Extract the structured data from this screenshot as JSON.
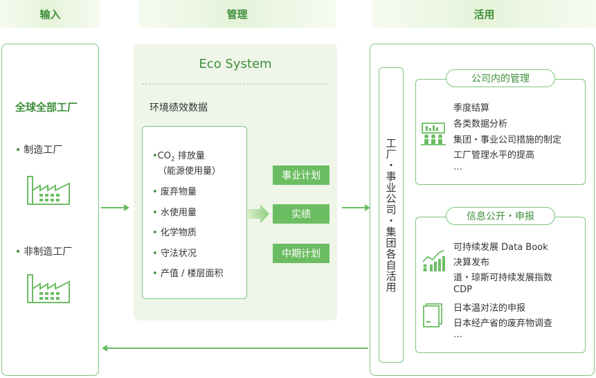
{
  "headers": {
    "input": "输入",
    "manage": "管理",
    "use": "活用"
  },
  "left": {
    "title": "全球全部工厂",
    "items": [
      "制造工厂",
      "非制造工厂"
    ]
  },
  "middle": {
    "title": "Eco System",
    "env_label": "环境绩效数据",
    "co2_prefix": "CO",
    "co2_sub": "2",
    "co2_suffix": " 排放量",
    "co2_note": "（能源使用量）",
    "data_items": [
      "废弃物量",
      "水使用量",
      "化学物质",
      "守法状况",
      "产值 / 楼层面积"
    ],
    "buttons": [
      "事业计划",
      "实绩",
      "中期计划"
    ]
  },
  "right": {
    "vertical_label": "工厂・事业公司・集团各自活用",
    "card1": {
      "title": "公司内的管理",
      "lines": [
        "季度结算",
        "各类数据分析",
        "集团・事业公司措施的制定",
        "工厂管理水平的提高",
        "…"
      ]
    },
    "card2": {
      "title": "信息公开・申报",
      "lines_a": [
        "可持续发展 Data Book",
        "决算发布",
        "道・琼斯可持续发展指数",
        "CDP"
      ],
      "lines_b": [
        "日本温对法的申报",
        "日本经产省的废弃物调查",
        "…"
      ]
    }
  },
  "colors": {
    "accent": "#3f8f3c",
    "border": "#7cc47a",
    "button": "#6cbd62",
    "panel_bg": "#eff6e9"
  }
}
